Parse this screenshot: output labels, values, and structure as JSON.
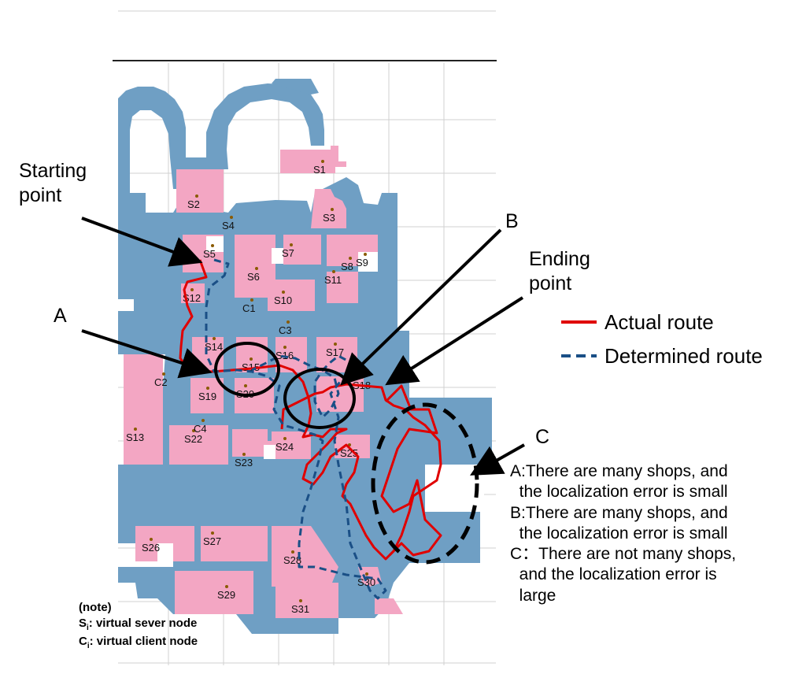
{
  "labels": {
    "starting_point": "Starting\npoint",
    "ending_point": "Ending\npoint",
    "a": "A",
    "b": "B",
    "c": "C"
  },
  "legend": {
    "actual": "Actual route",
    "determined": "Determined route"
  },
  "explanations": [
    "A:There are many shops, and",
    "  the localization error is small",
    "B:There are many shops, and",
    "  the localization error is small",
    "C：There are not many shops,",
    "  and the localization error is",
    "  large"
  ],
  "note": {
    "title": "(note)",
    "s_line_prefix": "S",
    "s_line_sub": "i",
    "s_line_rest": ": virtual sever node",
    "c_line_prefix": "C",
    "c_line_sub": "i",
    "c_line_rest": ": virtual client node"
  },
  "server_nodes": [
    "S1",
    "S2",
    "S3",
    "S4",
    "S5",
    "S6",
    "S7",
    "S8",
    "S9",
    "S10",
    "S11",
    "S12",
    "S13",
    "S14",
    "S15",
    "S16",
    "S17",
    "S18",
    "S19",
    "S20",
    "S22",
    "S23",
    "S24",
    "S25",
    "S26",
    "S27",
    "S28",
    "S29",
    "S30",
    "S31"
  ],
  "client_nodes": [
    "C1",
    "C2",
    "C3",
    "C4"
  ],
  "colors": {
    "corridor": "#6f9fc4",
    "shop": "#f3a6c3",
    "actual_route": "#e00000",
    "determined_route": "#1a4f86",
    "grid": "#d0d0d0",
    "dot": "#8a5a00"
  }
}
